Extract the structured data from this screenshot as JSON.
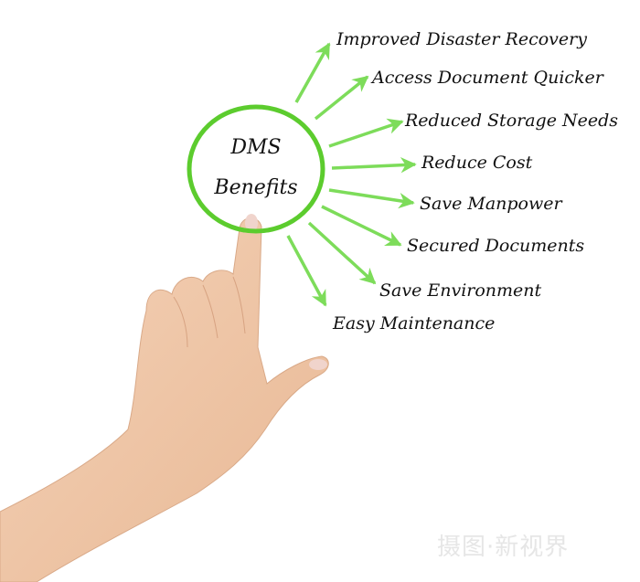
{
  "diagram": {
    "title_line1": "DMS",
    "title_line2": "Benefits",
    "accent_color": "#5ccc2e",
    "arrow_color": "#7ddc5a",
    "benefits": [
      "Improved Disaster Recovery",
      "Access Document Quicker",
      "Reduced Storage Needs",
      "Reduce Cost",
      "Save Manpower",
      "Secured Documents",
      "Save Environment",
      "Easy Maintenance"
    ]
  },
  "watermark": {
    "text": "摄图·新视界"
  },
  "illustration": {
    "subject": "hand-pointing-at-circle"
  }
}
